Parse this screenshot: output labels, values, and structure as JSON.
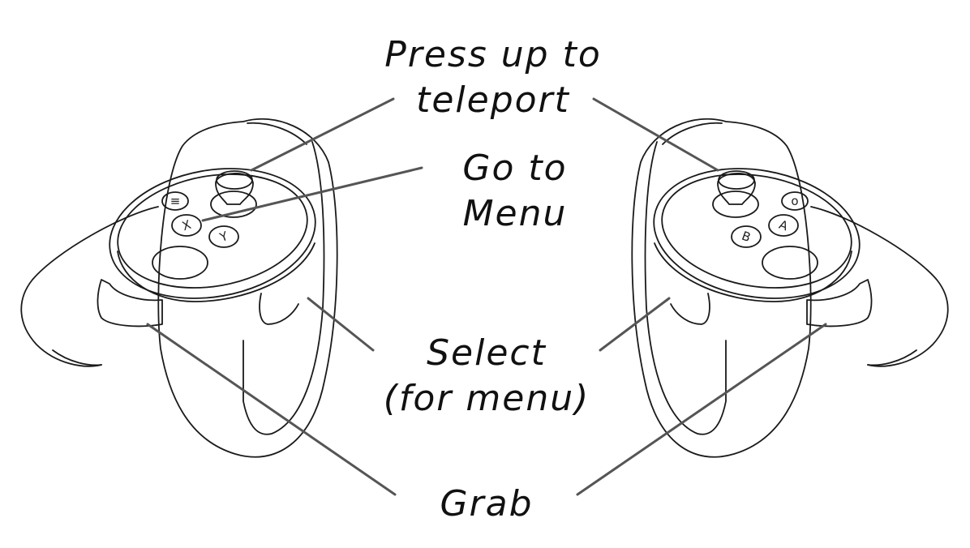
{
  "labels": {
    "teleport": {
      "line1": "Press up to",
      "line2": "teleport"
    },
    "menu": {
      "line1": "Go to",
      "line2": "Menu"
    },
    "select": {
      "line1": "Select",
      "line2": "(for menu)"
    },
    "grab": {
      "line1": "Grab"
    }
  },
  "buttons": {
    "left_menu": "≡",
    "x": "X",
    "y": "Y",
    "right_oculus": "o",
    "a": "A",
    "b": "B"
  },
  "colors": {
    "outline": "#1a1a1a",
    "leader_line": "#555555",
    "text": "#111111"
  },
  "icons": {
    "left_controller": "left-touch-controller-icon",
    "right_controller": "right-touch-controller-icon"
  }
}
